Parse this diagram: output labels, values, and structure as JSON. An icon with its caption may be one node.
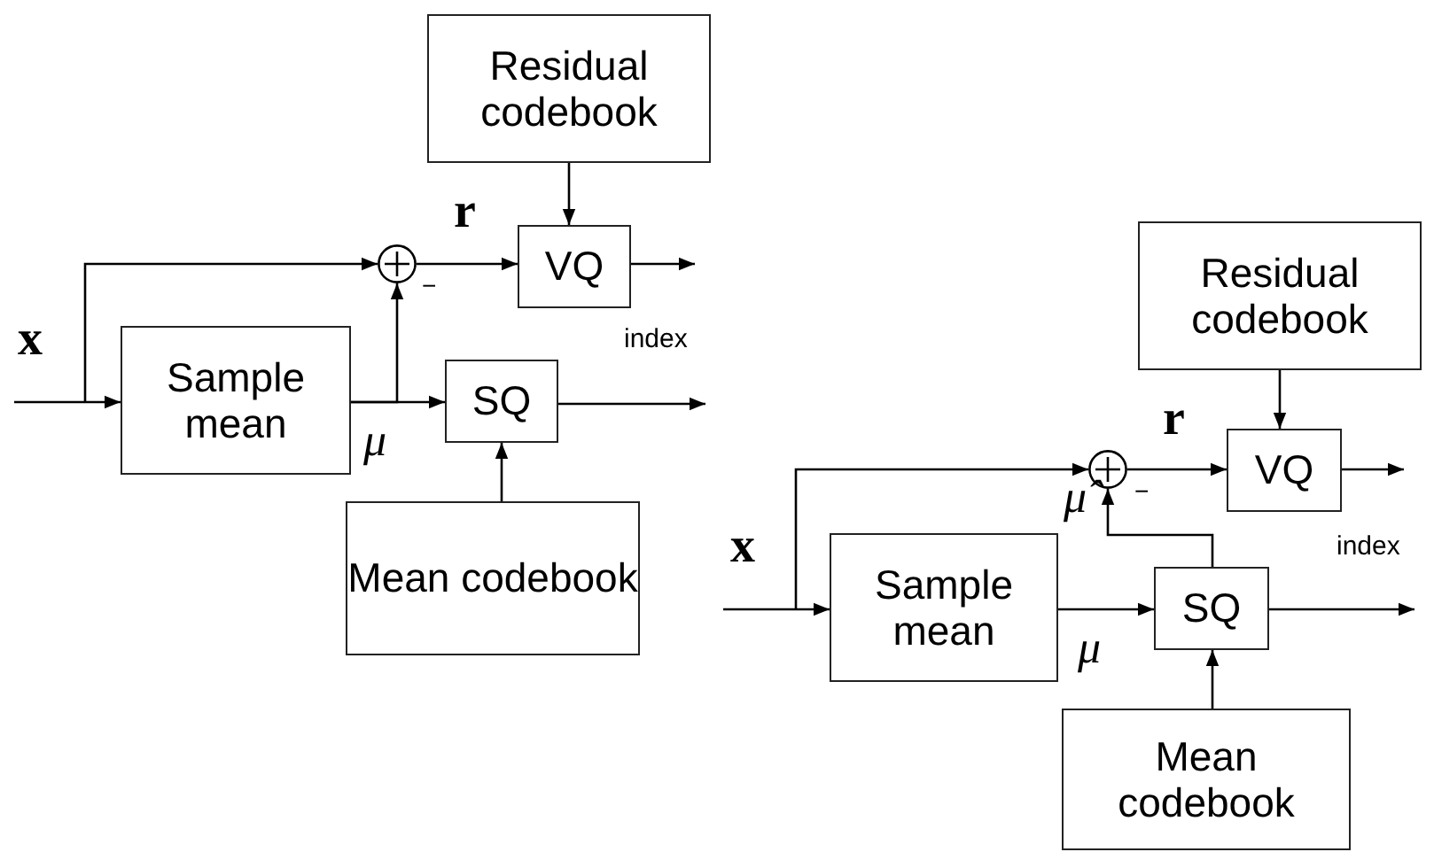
{
  "diagram": {
    "nodes": [
      {
        "text": [
          "Residual codebook"
        ]
      },
      {
        "text": [],
        "shape": "circle"
      },
      {
        "text": [
          "VQ"
        ]
      },
      {
        "text": [
          "Sample mean"
        ]
      },
      {
        "text": [
          "SQ"
        ]
      },
      {
        "text": [
          "Mean codebook"
        ]
      },
      {
        "text": [
          "Residual codebook"
        ]
      },
      {
        "text": [],
        "shape": "circle"
      },
      {
        "text": [
          "VQ"
        ]
      },
      {
        "text": [
          "Sample mean"
        ]
      },
      {
        "text": [
          "SQ"
        ]
      },
      {
        "text": [
          "Mean codebook"
        ]
      }
    ],
    "edges": [
      {
        "from": null,
        "to": 3,
        "arrow": "to"
      },
      {
        "from": null,
        "to": 1,
        "arrow": "to"
      },
      {
        "from": 3,
        "to": 1,
        "arrow": "to"
      },
      {
        "from": 3,
        "to": 4,
        "arrow": "to"
      },
      {
        "from": 1,
        "to": 2,
        "arrow": "to"
      },
      {
        "from": 0,
        "to": 2,
        "arrow": "to"
      },
      {
        "from": 2,
        "to": null,
        "arrow": "to"
      },
      {
        "from": 4,
        "to": null,
        "arrow": "to"
      },
      {
        "from": 5,
        "to": 4,
        "arrow": "to"
      },
      {
        "from": null,
        "to": 9,
        "arrow": "to"
      },
      {
        "from": null,
        "to": 7,
        "arrow": "to"
      },
      {
        "from": 10,
        "to": 7,
        "arrow": "to"
      },
      {
        "from": 9,
        "to": 10,
        "arrow": "to"
      },
      {
        "from": 7,
        "to": 8,
        "arrow": "to"
      },
      {
        "from": 6,
        "to": 8,
        "arrow": "to"
      },
      {
        "from": 8,
        "to": null,
        "arrow": "to"
      },
      {
        "from": 10,
        "to": null,
        "arrow": "to"
      },
      {
        "from": 11,
        "to": 10,
        "arrow": "to"
      }
    ],
    "labels": [
      "r",
      "−",
      "x",
      "index",
      "μ",
      "r",
      "μ̂",
      "−",
      "x",
      "index",
      "μ"
    ]
  }
}
